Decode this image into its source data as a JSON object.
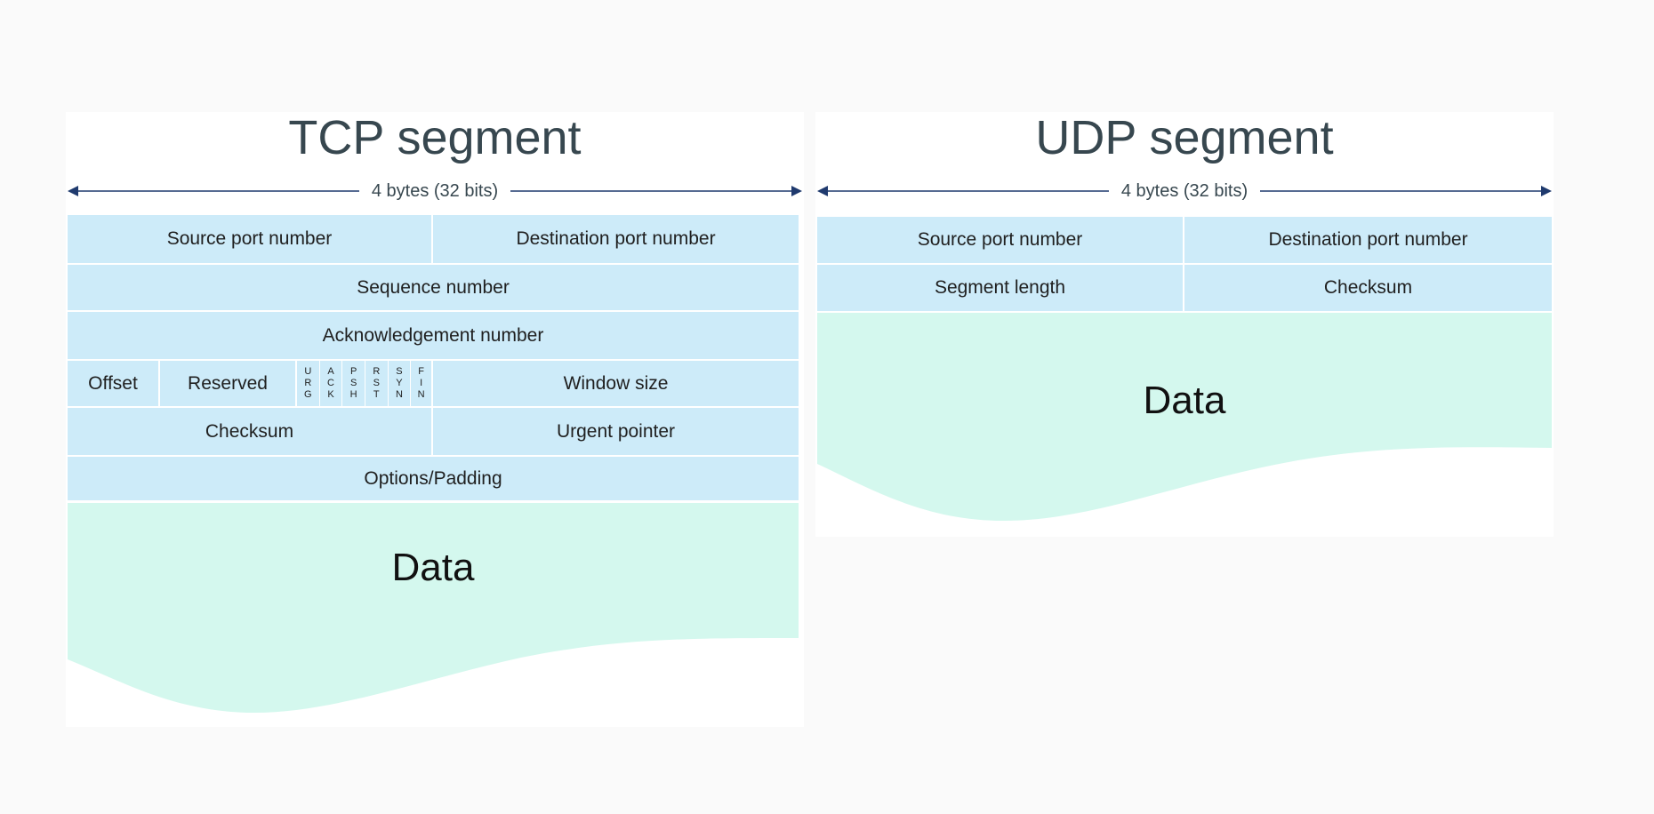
{
  "tcp": {
    "title": "TCP segment",
    "width_label": "4 bytes (32 bits)",
    "source_port": "Source port number",
    "destination_port": "Destination port number",
    "sequence": "Sequence number",
    "acknowledgement": "Acknowledgement number",
    "offset": "Offset",
    "reserved": "Reserved",
    "flags": [
      {
        "name": "urg",
        "letters": [
          "U",
          "R",
          "G"
        ]
      },
      {
        "name": "ack",
        "letters": [
          "A",
          "C",
          "K"
        ]
      },
      {
        "name": "psh",
        "letters": [
          "P",
          "S",
          "H"
        ]
      },
      {
        "name": "rst",
        "letters": [
          "R",
          "S",
          "T"
        ]
      },
      {
        "name": "syn",
        "letters": [
          "S",
          "Y",
          "N"
        ]
      },
      {
        "name": "fin",
        "letters": [
          "F",
          "I",
          "N"
        ]
      }
    ],
    "window_size": "Window size",
    "checksum": "Checksum",
    "urgent_pointer": "Urgent pointer",
    "options": "Options/Padding",
    "data": "Data"
  },
  "udp": {
    "title": "UDP segment",
    "width_label": "4 bytes (32 bits)",
    "source_port": "Source port number",
    "destination_port": "Destination port number",
    "segment_length": "Segment length",
    "checksum": "Checksum",
    "data": "Data"
  },
  "colors": {
    "header_fill": "#cdebf9",
    "data_fill": "#d4f8ee",
    "arrow": "#1f3a6e",
    "title": "#37474f"
  }
}
